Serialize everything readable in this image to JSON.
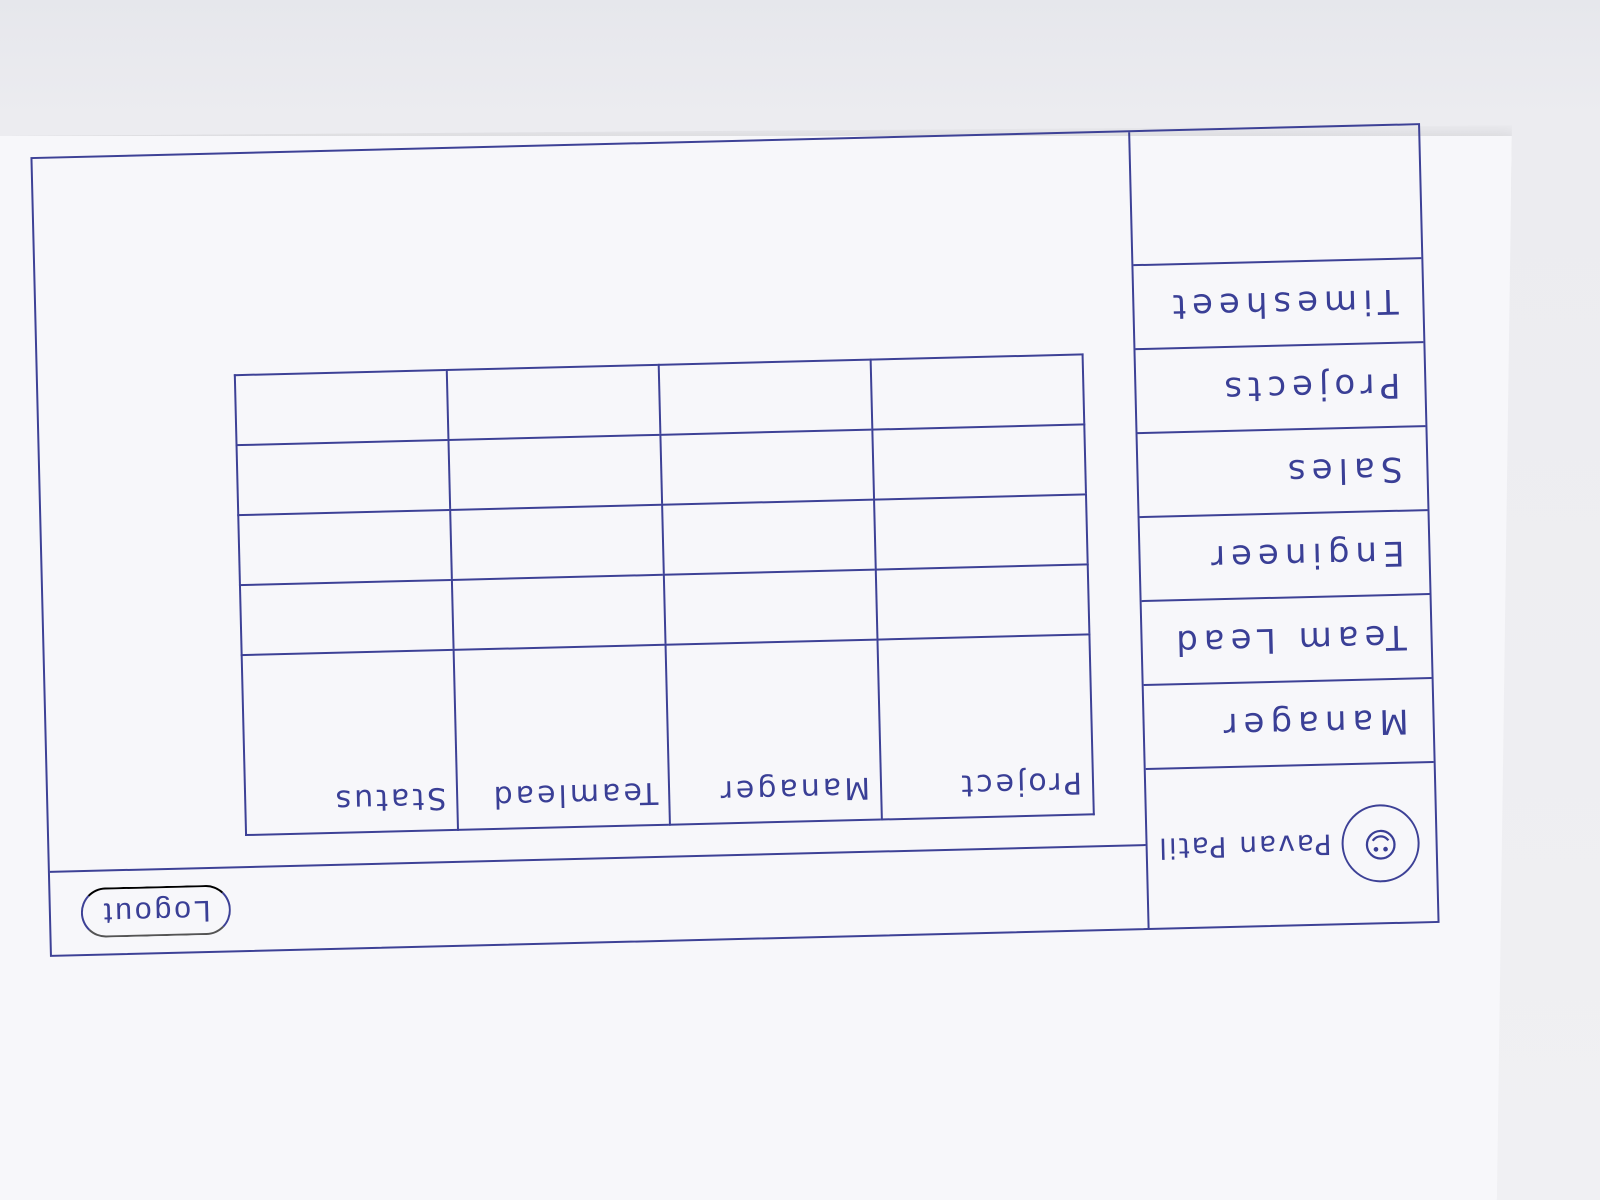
{
  "sidebar": {
    "profile_name": "Pavan Patil",
    "items": [
      {
        "label": "Manager"
      },
      {
        "label": "Team Lead"
      },
      {
        "label": "Engineer"
      },
      {
        "label": "Sales"
      },
      {
        "label": "Projects"
      },
      {
        "label": "Timesheet"
      }
    ]
  },
  "topbar": {
    "logout_label": "Logout"
  },
  "table": {
    "columns": [
      "Project",
      "Manager",
      "Teamlead",
      "Status"
    ],
    "rows": [
      [
        "",
        "",
        "",
        ""
      ],
      [
        "",
        "",
        "",
        ""
      ],
      [
        "",
        "",
        "",
        ""
      ],
      [
        "",
        "",
        "",
        ""
      ]
    ]
  },
  "colors": {
    "ink": "#3d4196",
    "paper": "#f7f7fa"
  }
}
